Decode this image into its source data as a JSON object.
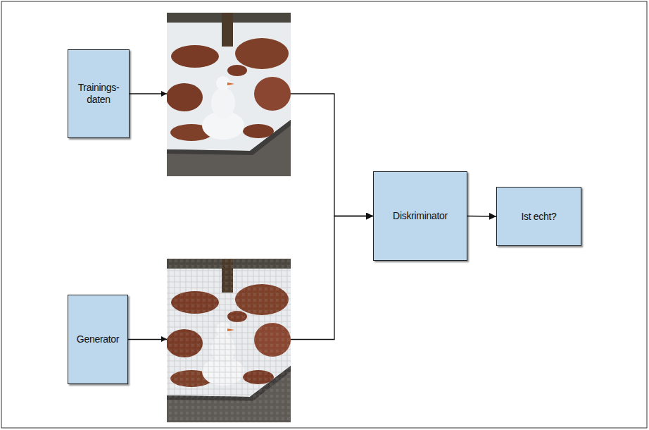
{
  "diagram": {
    "nodes": [
      {
        "text": [
          "Trainings- daten"
        ]
      },
      {
        "text": [
          "Generator"
        ]
      },
      {
        "text": [
          "Diskriminator"
        ]
      },
      {
        "text": [
          "Ist echt?"
        ]
      }
    ],
    "edges": [
      {
        "from": 0,
        "to": 2,
        "arrow": "to"
      },
      {
        "from": 1,
        "to": 2,
        "arrow": "to"
      },
      {
        "from": 2,
        "to": 3,
        "arrow": "to"
      }
    ]
  }
}
